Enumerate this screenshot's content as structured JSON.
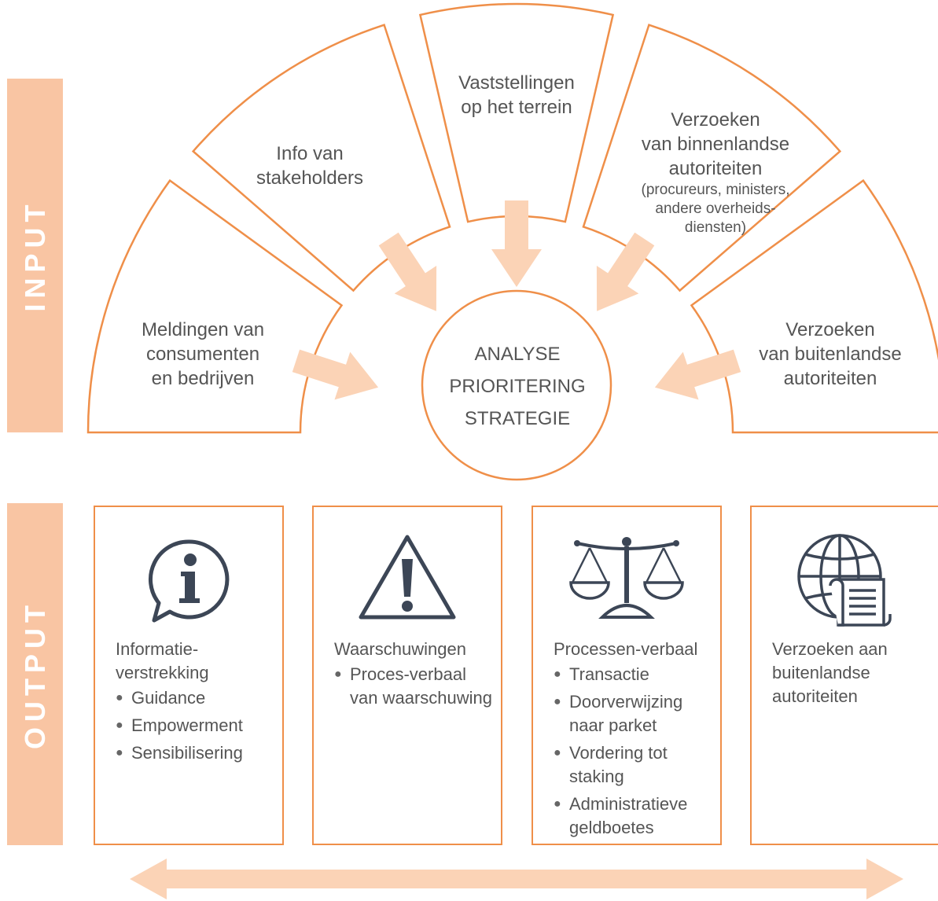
{
  "colors": {
    "accent": "#ef8f49",
    "arrow": "#fbd3b6",
    "band": "#f9c5a3",
    "text": "#555555",
    "icon": "#3c4656"
  },
  "input_label": "INPUT",
  "output_label": "OUTPUT",
  "center": {
    "line1": "ANALYSE",
    "line2": "PRIORITERING",
    "line3": "STRATEGIE"
  },
  "inputs": [
    {
      "lines": [
        "Meldingen van",
        "consumenten",
        "en bedrijven"
      ]
    },
    {
      "lines": [
        "Info van",
        "stakeholders"
      ]
    },
    {
      "lines": [
        "Vaststellingen",
        "op het terrein"
      ]
    },
    {
      "lines": [
        "Verzoeken",
        "van binnenlandse",
        "autoriteiten"
      ],
      "detail_lines": [
        "(procureurs, ministers,",
        "andere overheids-",
        "diensten)"
      ]
    },
    {
      "lines": [
        "Verzoeken",
        "van buitenlandse",
        "autoriteiten"
      ]
    }
  ],
  "outputs": [
    {
      "icon": "info-speech-bubble-icon",
      "title": "Informatie-\nverstrekking",
      "bullets": [
        "Guidance",
        "Empowerment",
        "Sensibilisering"
      ]
    },
    {
      "icon": "warning-triangle-icon",
      "title": "Waarschuwingen",
      "bullets": [
        "Proces-verbaal van waarschuwing"
      ]
    },
    {
      "icon": "scales-of-justice-icon",
      "title": "Processen-verbaal",
      "bullets": [
        "Transactie",
        "Doorverwijzing naar parket",
        "Vordering tot staking",
        "Administratieve geldboetes"
      ]
    },
    {
      "icon": "globe-document-icon",
      "title": "Verzoeken aan buitenlandse autoriteiten",
      "bullets": []
    }
  ]
}
